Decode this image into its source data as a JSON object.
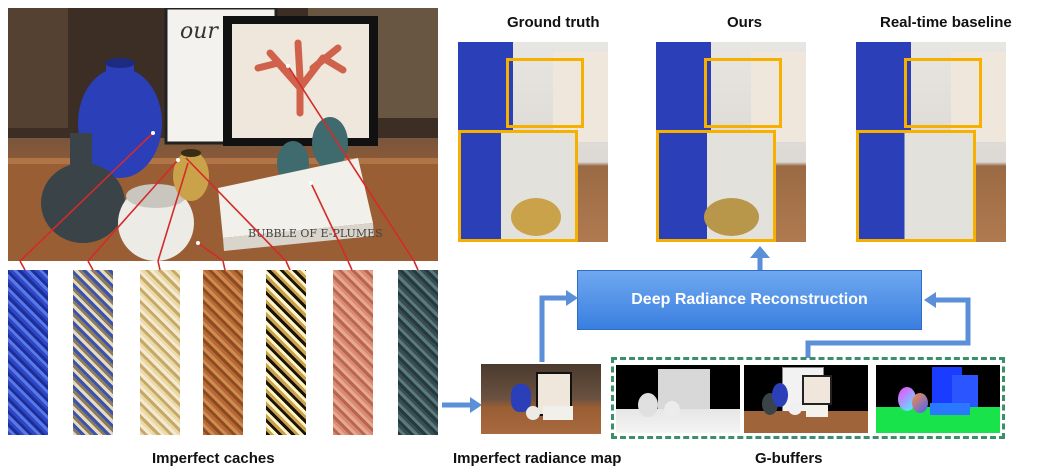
{
  "panel_titles": [
    "Ground truth",
    "Ours",
    "Real-time baseline"
  ],
  "module_label": "Deep Radiance Reconstruction",
  "captions": {
    "caches": "Imperfect caches",
    "radiance_map": "Imperfect radiance map",
    "gbuffers": "G-buffers"
  },
  "scene_text": {
    "poster": "our hap",
    "book": "BUBBLE OF E-PLUMES"
  },
  "colors": {
    "inset_border": "#f5b000",
    "arrow": "#5b8fd8",
    "module_fill": "#3a7fe0",
    "gbuffer_border": "#3b8f6b",
    "pointer_line": "#d42a2a"
  }
}
